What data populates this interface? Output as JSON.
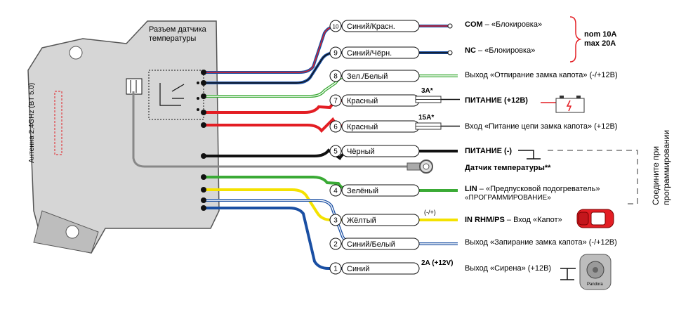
{
  "module": {
    "antenna_label": "Антенна 2,4GHz (BT 5.0)",
    "temp_connector_label": [
      "Разъем датчика",
      "температуры"
    ]
  },
  "wires": [
    {
      "num": "10",
      "label": "Синий/Красн.",
      "color": "#1a4fa3",
      "stripe": "#e31e24"
    },
    {
      "num": "9",
      "label": "Синий/Чёрн.",
      "color": "#1a4fa3",
      "stripe": "#111111"
    },
    {
      "num": "8",
      "label": "Зел./Белый",
      "color": "#3aaa35",
      "stripe": "#ffffff"
    },
    {
      "num": "7",
      "label": "Красный",
      "color": "#e31e24",
      "stripe": ""
    },
    {
      "num": "6",
      "label": "Красный",
      "color": "#e31e24",
      "stripe": ""
    },
    {
      "num": "5",
      "label": "Чёрный",
      "color": "#111111",
      "stripe": ""
    },
    {
      "num": "4",
      "label": "Зелёный",
      "color": "#3aaa35",
      "stripe": ""
    },
    {
      "num": "3",
      "label": "Жёлтый",
      "color": "#f4e200",
      "stripe": ""
    },
    {
      "num": "2",
      "label": "Синий/Белый",
      "color": "#1a4fa3",
      "stripe": "#ffffff"
    },
    {
      "num": "1",
      "label": "Синий",
      "color": "#1a4fa3",
      "stripe": ""
    }
  ],
  "fuses": {
    "f7": "3A*",
    "f6": "15A*",
    "w1": "2A (+12V)",
    "w3": "(-/+)"
  },
  "outputs": {
    "w10": {
      "bold": "COM",
      "rest": " – «Блокировка»"
    },
    "w9": {
      "bold": "NC",
      "rest": " – «Блокировка»"
    },
    "w8": {
      "bold": "",
      "rest": "Выход «Отпирание замка капота» (-/+12В)"
    },
    "w7": {
      "bold": "ПИТАНИЕ (+12В)",
      "rest": ""
    },
    "w6": {
      "bold": "",
      "rest": "Вход «Питание цепи замка капота» (+12В)"
    },
    "w5": {
      "bold": "ПИТАНИЕ (-)",
      "rest": ""
    },
    "temp": {
      "bold": "Датчик температуры**",
      "rest": ""
    },
    "w4": {
      "bold": "LIN",
      "rest": " – «Предпусковой подогреватель»",
      "sub": "«ПРОГРАММИРОВАНИЕ»"
    },
    "w3": {
      "bold": "IN RHM/PS",
      "rest": " – Вход «Капот»"
    },
    "w2": {
      "bold": "",
      "rest": "Выход «Запирание замка капота» (-/+12В)"
    },
    "w1": {
      "bold": "",
      "rest": "Выход «Сирена» (+12В)"
    }
  },
  "relay_rating": {
    "nom": "nom 10A",
    "max": "max 20A"
  },
  "programming_note": [
    "Соедините при",
    "программировании"
  ],
  "siren_brand": "Pandora"
}
